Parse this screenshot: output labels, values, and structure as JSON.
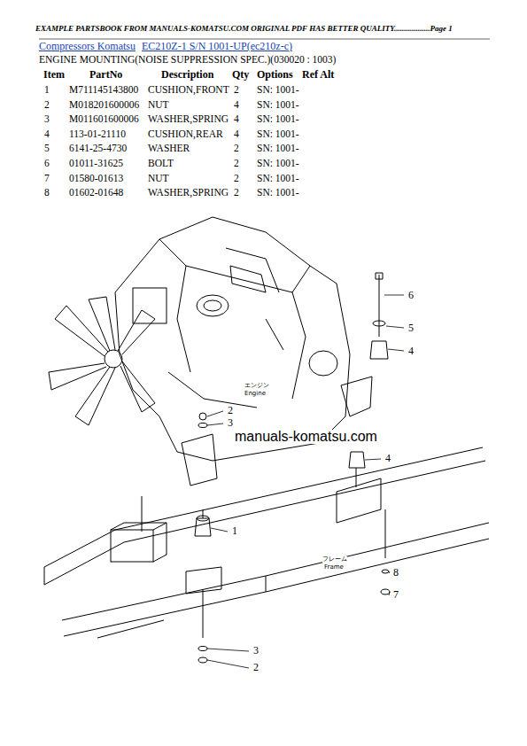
{
  "diagram": {
    "labels": [
      "EXAMPLE PARTSBOOK FROM MANUALS-KOMATSU.COM ORIGINAL PDF HAS BETTER QUALITY..................Page 1",
      "Compressors Komatsu",
      "EC210Z-1 S/N 1001-UP(ec210z-c)",
      "ENGINE MOUNTING(NOISE SUPPRESSION SPEC.)(030020 : 1003)",
      "Item",
      "PartNo",
      "Description",
      "Qty",
      "Options",
      "Ref Alt",
      "1",
      "M711145143800",
      "CUSHION,FRONT",
      "2",
      "SN: 1001-",
      "2",
      "M018201600006",
      "NUT",
      "4",
      "SN: 1001-",
      "3",
      "M011601600006",
      "WASHER,SPRING",
      "4",
      "SN: 1001-",
      "4",
      "113-01-21110",
      "CUSHION,REAR",
      "4",
      "SN: 1001-",
      "5",
      "6141-25-4730",
      "WASHER",
      "2",
      "SN: 1001-",
      "6",
      "01011-31625",
      "BOLT",
      "2",
      "SN: 1001-",
      "7",
      "01580-01613",
      "NUT",
      "2",
      "SN: 1001-",
      "8",
      "01602-01648",
      "WASHER,SPRING",
      "2",
      "SN: 1001-",
      "6",
      "5",
      "4",
      "2",
      "3",
      "4",
      "1",
      "8",
      "7",
      "3",
      "2",
      "manuals-komatsu.com",
      "エンジン",
      "Engine",
      "フレーム",
      "Frame"
    ]
  }
}
